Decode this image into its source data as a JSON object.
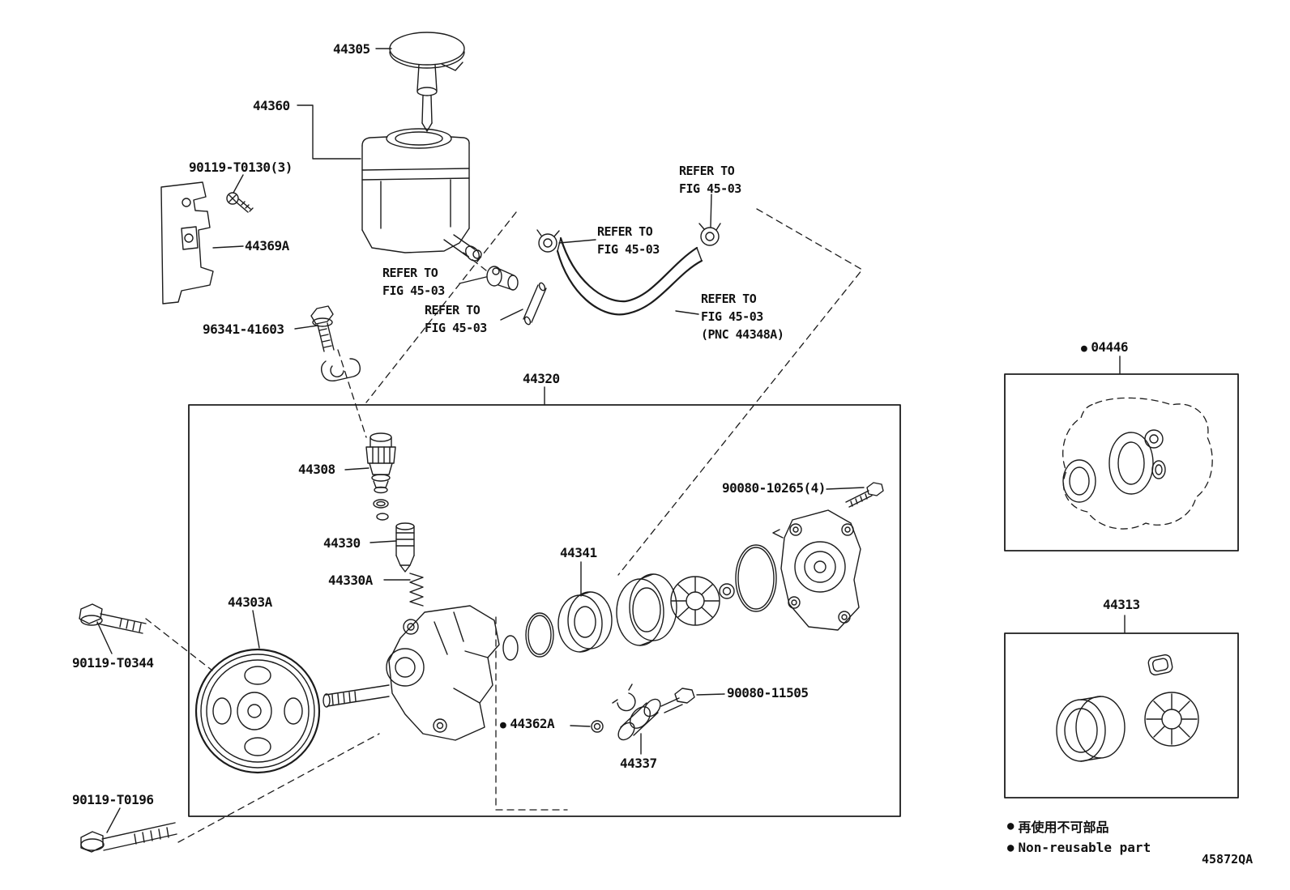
{
  "diagram": {
    "figure_code": "45872QA",
    "bullet": "●",
    "parts": {
      "cap": "44305",
      "reservoir": "44360",
      "screw_reservoir": "90119-T0130(3)",
      "bracket": "44369A",
      "bolt_bracket": "96341-41603",
      "pump_assy": "44320",
      "suction_fitting": "44308",
      "valve": "44330",
      "spring": "44330A",
      "pulley": "44303A",
      "bolt_pulley": "90119-T0344",
      "cam_ring_set": "44341",
      "bolt_rear": "90080-10265(4)",
      "bolt_union": "90080-11505",
      "oring_union": "44362A",
      "union": "44337",
      "bolt_lower": "90119-T0196",
      "gasket_kit": "04446",
      "cam_kit": "44313"
    },
    "notes": {
      "refer_line1": "REFER TO",
      "refer_line2": "FIG 45-03",
      "pnc_line": "(PNC 44348A)"
    },
    "legend": {
      "jp": "再使用不可部品",
      "en": "Non-reusable part"
    }
  }
}
